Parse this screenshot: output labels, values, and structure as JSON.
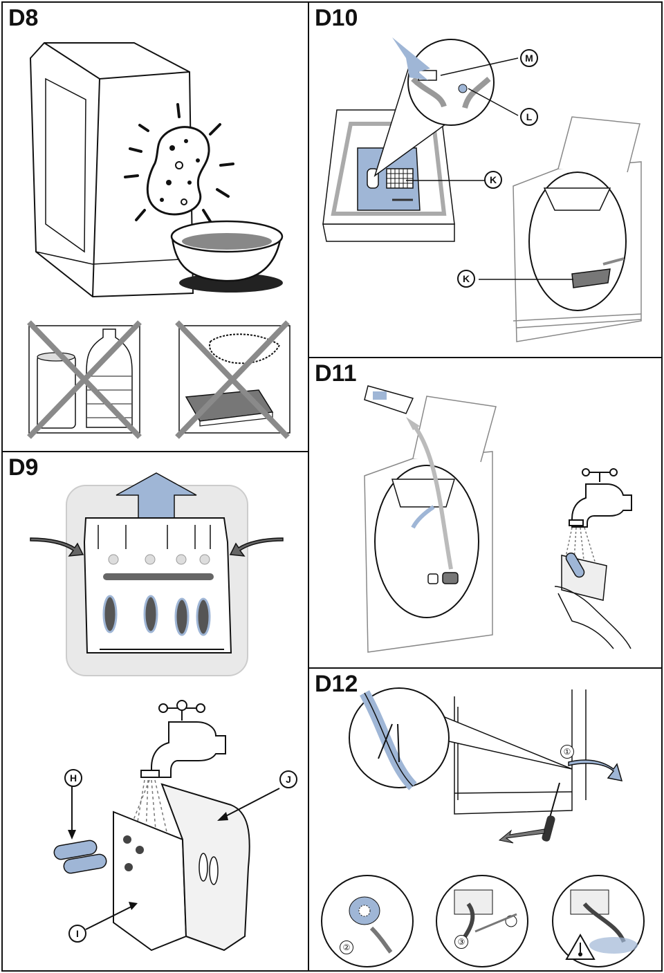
{
  "panels": {
    "d8": {
      "title": "D8"
    },
    "d9": {
      "title": "D9"
    },
    "d10": {
      "title": "D10"
    },
    "d11": {
      "title": "D11"
    },
    "d12": {
      "title": "D12"
    }
  },
  "callouts": {
    "h": "H",
    "i": "I",
    "j": "J",
    "k_top": "K",
    "k_bottom": "K",
    "l": "L",
    "m": "M"
  },
  "steps": {
    "s1": "①",
    "s2": "②",
    "s3": "③"
  },
  "icons": [
    "sponge-icon",
    "bowl-icon",
    "can-icon",
    "bottle-icon",
    "scourer-icon",
    "prohibited-cross-icon",
    "tap-icon",
    "filter-icon",
    "screwdriver-icon",
    "hot-warning-icon",
    "arrow-icon"
  ],
  "colors": {
    "line": "#111111",
    "cross": "#8a8a8a",
    "highlight_blue": "#9fb6d6",
    "shade_grey": "#9a9a9a",
    "light_grey": "#e6e6e6"
  }
}
